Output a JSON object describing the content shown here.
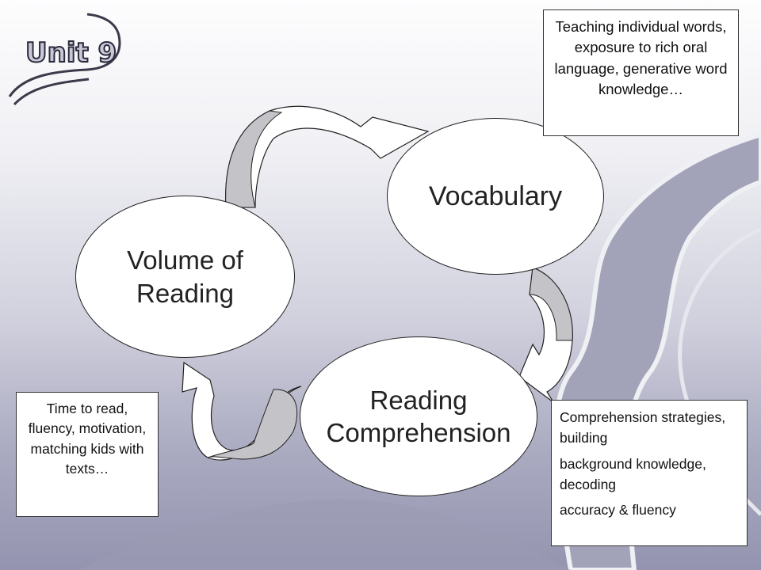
{
  "title": {
    "text": "Unit 9"
  },
  "circles": {
    "vocabulary": {
      "label": "Vocabulary"
    },
    "volume": {
      "line1": "Volume of",
      "line2": "Reading"
    },
    "comprehension": {
      "line1": "Reading",
      "line2": "Comprehension"
    }
  },
  "notes": {
    "top_right": {
      "text": "Teaching individual words, exposure to rich oral language, generative word knowledge…"
    },
    "bottom_left": {
      "text": "Time to read, fluency, motivation, matching kids with texts…"
    },
    "bottom_right": {
      "line1": "Comprehension strategies, building",
      "line2": "background knowledge, decoding",
      "line3": "accuracy & fluency"
    }
  },
  "colors": {
    "arrow_fill": "#ffffff",
    "arrow_shade": "#c4c4c8",
    "road": "#9898b0",
    "road_edge": "#e8e8ee"
  }
}
